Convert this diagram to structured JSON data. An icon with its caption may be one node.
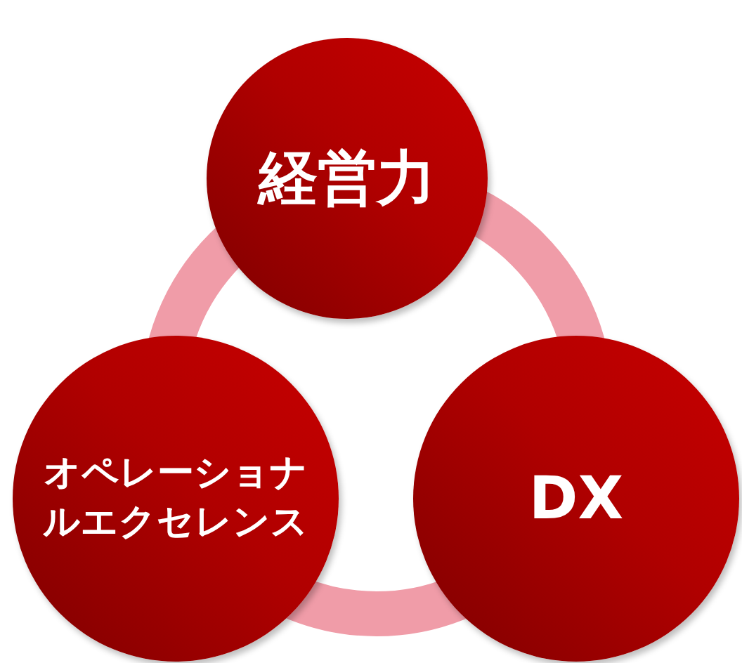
{
  "diagram": {
    "nodes": [
      {
        "text": [
          "経営力"
        ]
      },
      {
        "text": [
          "オペレーショナルエクセレンス"
        ]
      },
      {
        "text": [
          "DX"
        ]
      }
    ]
  }
}
